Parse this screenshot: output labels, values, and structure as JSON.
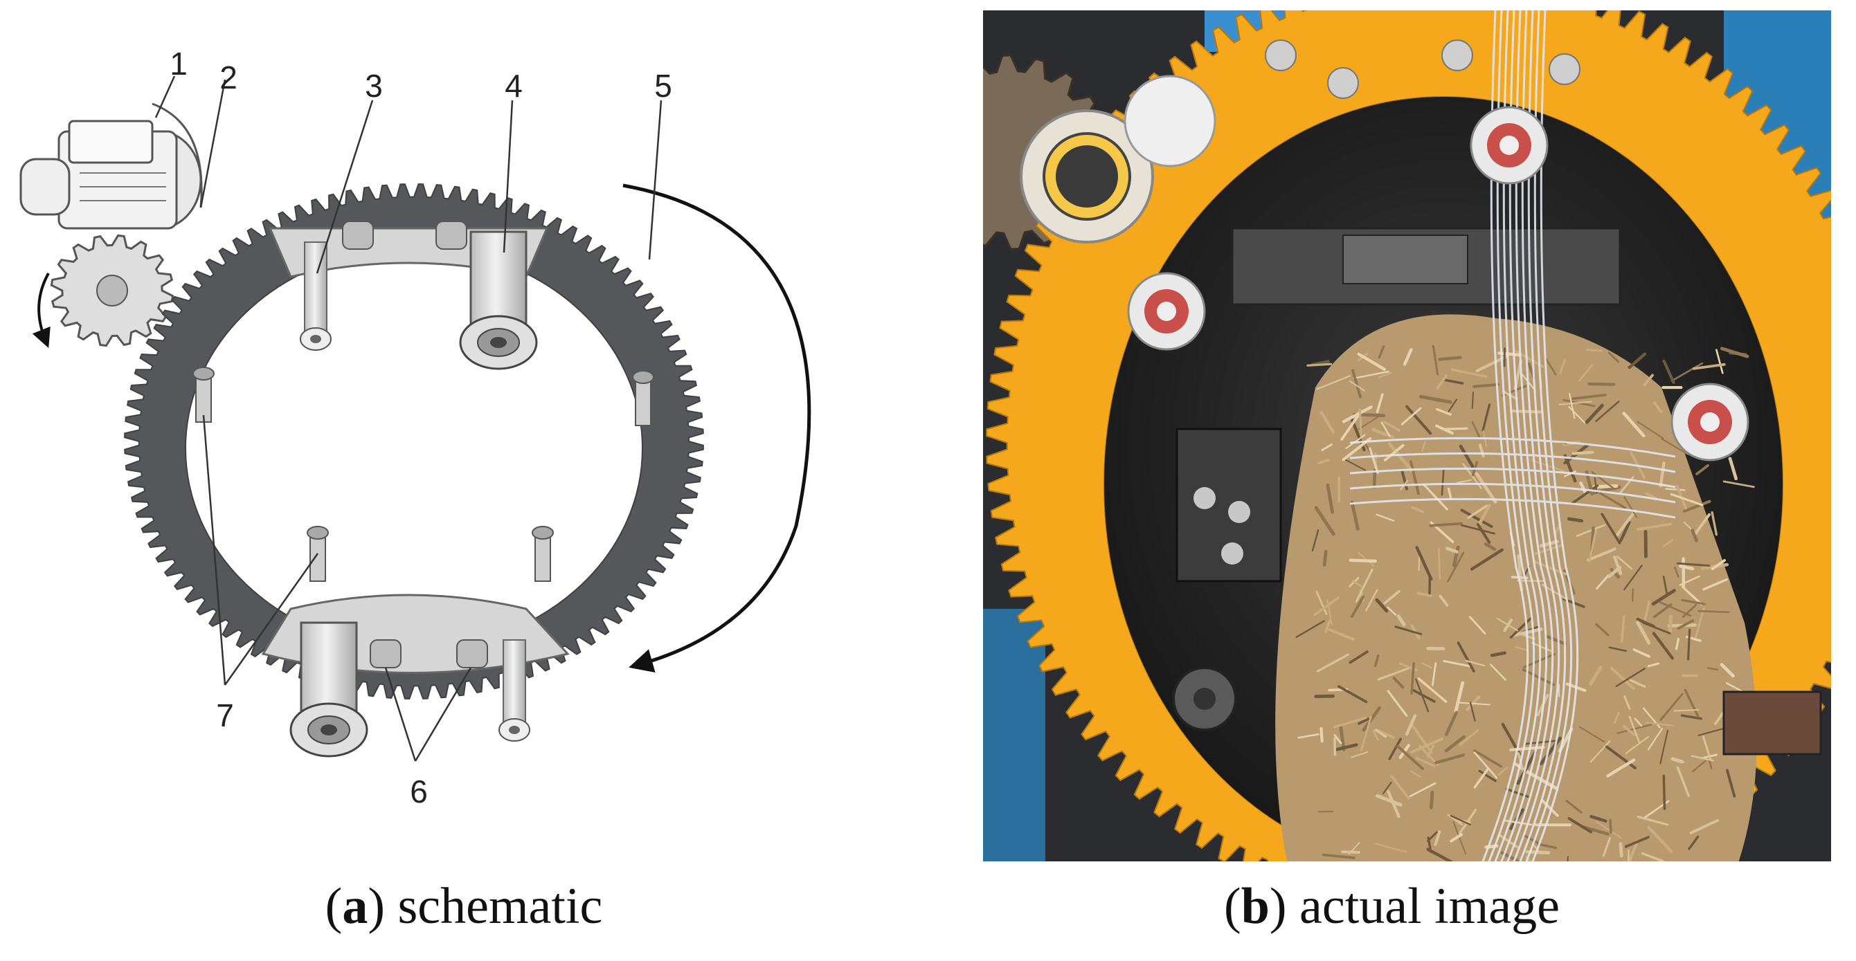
{
  "figure": {
    "panel_a": {
      "letter": "a",
      "caption": "schematic",
      "callouts": [
        "1",
        "2",
        "3",
        "4",
        "5",
        "6",
        "7"
      ]
    },
    "panel_b": {
      "letter": "b",
      "caption": "actual image"
    }
  },
  "colors": {
    "ring_gear": "#56575b",
    "ring_gear_dark": "#3f4044",
    "bracket": "#d3d3d3",
    "roller": "#e6e6e6",
    "photo_gear_yellow": "#f5a81c",
    "photo_background": "#2a2c30",
    "straw": "#b89a6e",
    "twine": "#dfe3ea",
    "blue_frame": "#2a7fb8"
  }
}
